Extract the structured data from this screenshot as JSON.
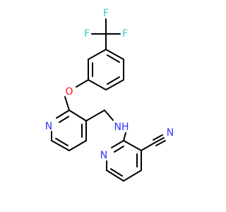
{
  "molecule": {
    "colors": {
      "carbon_bond": "#000000",
      "nitrogen": "#3333ff",
      "oxygen": "#ff0d0d",
      "fluorine": "#33cccc"
    },
    "labels": {
      "f_top": "F",
      "f_left": "F",
      "f_right": "F",
      "ether_o": "O",
      "pyridine1_n": "N",
      "amine_nh": "NH",
      "pyridine2_n": "N",
      "nitrile_n": "N"
    }
  }
}
